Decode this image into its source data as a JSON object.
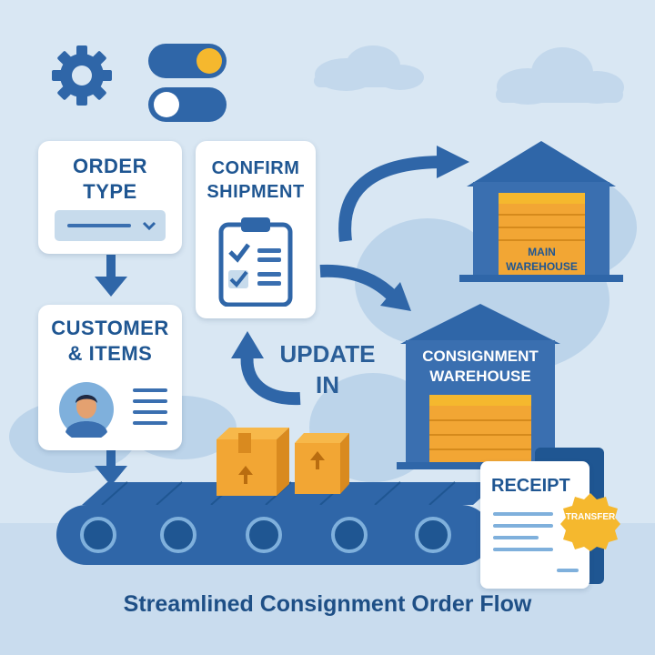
{
  "steps": {
    "order_type": {
      "line1": "ORDER",
      "line2": "TYPE"
    },
    "confirm": {
      "line1": "CONFIRM",
      "line2": "SHIPMENT"
    },
    "customer": {
      "line1": "CUSTOMER",
      "line2": "& ITEMS"
    },
    "update": {
      "line1": "UPDATE",
      "line2": "IN"
    }
  },
  "warehouses": {
    "main": {
      "line1": "MAIN",
      "line2": "WAREHOUSE"
    },
    "consignment": {
      "line1": "CONSIGNMENT",
      "line2": "WAREHOUSE"
    }
  },
  "receipt": {
    "title": "RECEIPT",
    "stamp": "TRANSFER"
  },
  "footer": {
    "title": "Streamlined Consignment Order Flow"
  },
  "colors": {
    "navy": "#1f5692",
    "blue": "#3a6fb0",
    "orange": "#f2a634",
    "yellow": "#f5b82e",
    "background": "#d9e7f3",
    "light_blue": "#c7dbec"
  }
}
